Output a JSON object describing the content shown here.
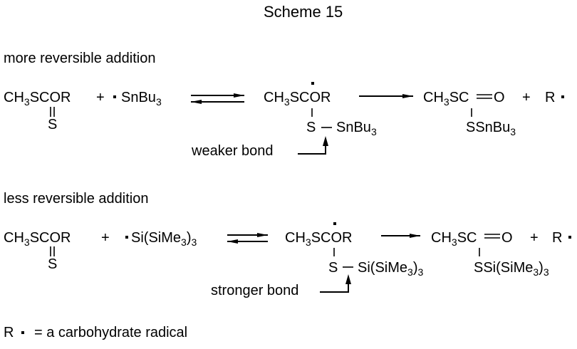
{
  "title": "Scheme 15",
  "row1": {
    "heading": "more reversible addition",
    "reactant": {
      "pre": "CH",
      "sub": "3",
      "post": "SCOR",
      "double_bond_atom": "S"
    },
    "plus1": "+",
    "reagent": {
      "pre": "SnBu",
      "sub": "3"
    },
    "adduct": {
      "pre": "CH",
      "sub": "3",
      "post": "SCOR",
      "s_atom": "S",
      "group": {
        "pre": "SnBu",
        "sub": "3"
      }
    },
    "product": {
      "pre": "CH",
      "sub": "3",
      "post": "SC",
      "dbl": "O",
      "s_group": {
        "pre": "SSnBu",
        "sub": "3"
      }
    },
    "plus2": "+",
    "radical": "R",
    "annotation": "weaker bond"
  },
  "row2": {
    "heading": "less reversible addition",
    "reactant": {
      "pre": "CH",
      "sub": "3",
      "post": "SCOR",
      "double_bond_atom": "S"
    },
    "plus1": "+",
    "reagent": {
      "pre": "Si(SiMe",
      "sub": "3",
      "post": ")",
      "sub2": "3"
    },
    "adduct": {
      "pre": "CH",
      "sub": "3",
      "post": "SCOR",
      "s_atom": "S",
      "group": {
        "pre": "Si(SiMe",
        "sub": "3",
        "post": ")",
        "sub2": "3"
      }
    },
    "product": {
      "pre": "CH",
      "sub": "3",
      "post": "SC",
      "dbl": "O",
      "s_group": {
        "pre": "SSi(SiMe",
        "sub": "3",
        "post": ")",
        "sub2": "3"
      }
    },
    "plus2": "+",
    "radical": "R",
    "annotation": "stronger bond"
  },
  "footnote": {
    "radical": "R",
    "text": "= a carbohydrate radical"
  }
}
